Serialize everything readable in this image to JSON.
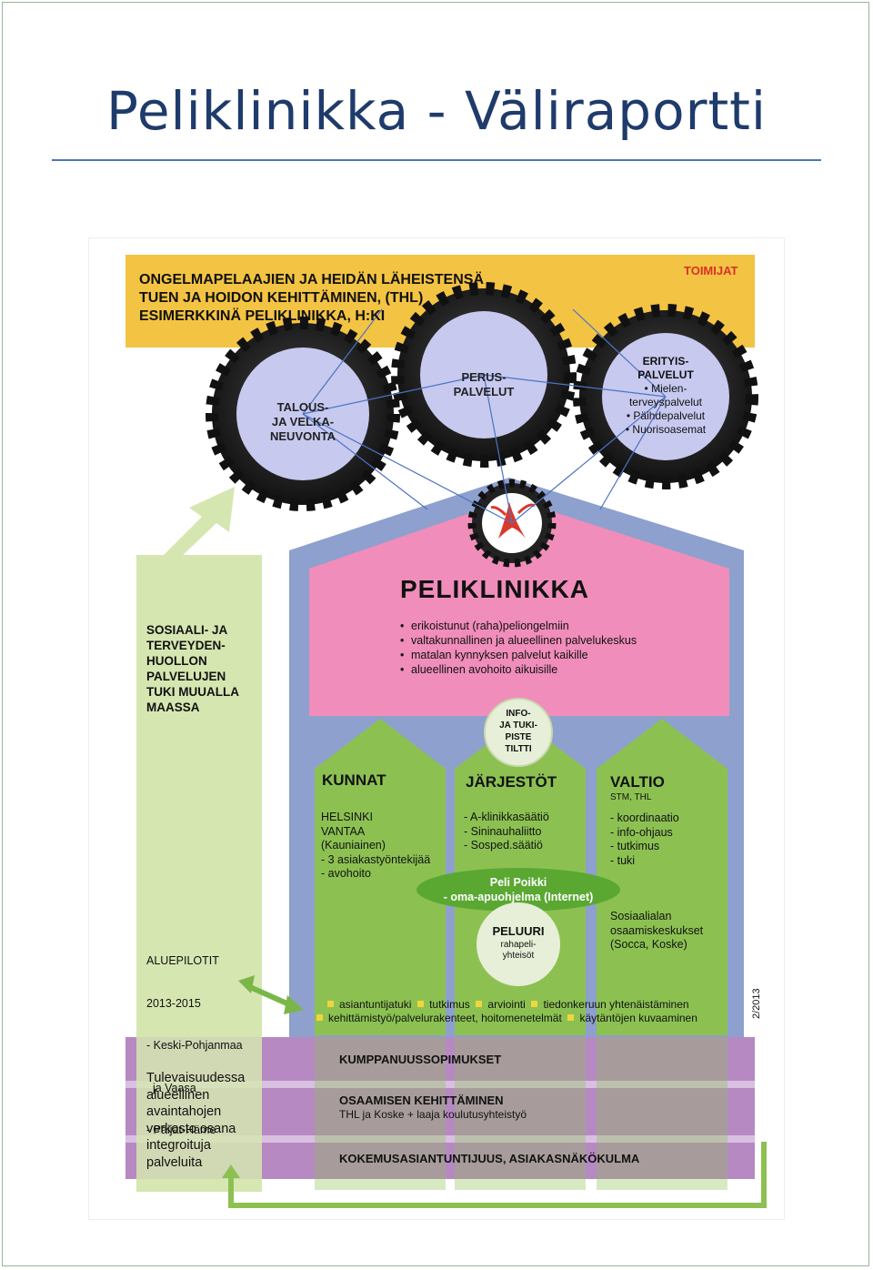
{
  "slide": {
    "title": "Peliklinikka - Väliraportti"
  },
  "header": {
    "title_lines": [
      "ONGELMAPELAAJIEN JA HEIDÄN LÄHEISTENSÄ",
      "TUEN JA HOIDON KEHITTÄMINEN, (THL)",
      "ESIMERKKINÄ PELIKLINIKKA, H:KI"
    ],
    "toimijat": "TOIMIJAT"
  },
  "gears": {
    "talous": [
      "TALOUS-",
      "JA VELKA-",
      "NEUVONTA"
    ],
    "perus": [
      "PERUS-",
      "PALVELUT"
    ],
    "erityis_title": [
      "ERITYIS-",
      "PALVELUT"
    ],
    "erityis_items": [
      "Mielen-",
      "terveyspalvelut",
      "Päihdepalvelut",
      "Nuorisoasemat"
    ]
  },
  "peliklinikka": {
    "title": "PELIKLINIKKA",
    "bullets": [
      "erikoistunut (raha)peliongelmiin",
      "valtakunnallinen ja alueellinen palvelukeskus",
      "matalan kynnyksen palvelut kaikille",
      "alueellinen avohoito aikuisille"
    ]
  },
  "info": [
    "INFO-",
    "JA TUKI-",
    "PISTE",
    "TILTTI"
  ],
  "left_column": {
    "top_lines": [
      "SOSIAALI- JA",
      "TERVEYDEN-",
      "HUOLLON",
      "PALVELUJEN",
      "TUKI MUUALLA",
      "MAASSA"
    ],
    "pilot_lines": [
      "ALUEPILOTIT",
      "2013-2015",
      "- Keski-Pohjanmaa",
      "  ja Vaasa",
      "- Päijät-Häme"
    ],
    "future_lines": [
      "Tulevaisuudessa",
      "alueellinen",
      "avaintahojen",
      "verkosto osana",
      "integroituja",
      "palveluita"
    ]
  },
  "columns": {
    "kunnat": {
      "title": "KUNNAT",
      "items": [
        "HELSINKI",
        "VANTAA",
        "(Kauniainen)",
        "- 3 asiakastyöntekijää",
        "- avohoito"
      ]
    },
    "jarjestot": {
      "title": "JÄRJESTÖT",
      "items": [
        "- A-klinikkasäätiö",
        "- Sininauhaliitto",
        "- Sosped.säätiö"
      ]
    },
    "valtio": {
      "title": "VALTIO",
      "subtitle": "STM, THL",
      "items": [
        "- koordinaatio",
        "- info-ohjaus",
        "- tutkimus",
        "- tuki"
      ],
      "extra": [
        "Sosiaalialan",
        "osaamiskeskukset",
        "(Socca, Koske)"
      ]
    }
  },
  "peli_poikki": [
    "Peli Poikki",
    "- oma-apuohjelma (Internet)"
  ],
  "peluuri": {
    "title": "PELUURI",
    "sub": [
      "rahapeli-",
      "yhteisöt"
    ]
  },
  "activities": {
    "row1": [
      "asiantuntijatuki",
      "tutkimus",
      "arviointi",
      "tiedonkeruun yhtenäistäminen"
    ],
    "row2": [
      "kehittämistyö/palvelurakenteet, hoitomenetelmät",
      "käytäntöjen kuvaaminen"
    ]
  },
  "bands": {
    "kumppanuus": "KUMPPANUUSSOPIMUKSET",
    "osaaminen_title": "OSAAMISEN KEHITTÄMINEN",
    "osaaminen_sub": "THL ja Koske + laaja koulutusyhteistyö",
    "kokemus": "KOKEMUSASIANTUNTIJUUS, ASIAKASNÄKÖKULMA"
  },
  "date_label": "2/2013",
  "colors": {
    "header_yellow": "#f3c343",
    "house_blue": "#8ea0cd",
    "pink": "#f08dba",
    "green": "#8cc152",
    "light_green": "#d6e6b1",
    "purple": "#b689c2",
    "gear_face": "#c7c9ef",
    "title_blue": "#1f3b6b"
  },
  "icons": [
    "gear-icon",
    "logo-icon",
    "arrow-up-icon",
    "double-arrow-icon",
    "return-arrow-icon"
  ]
}
